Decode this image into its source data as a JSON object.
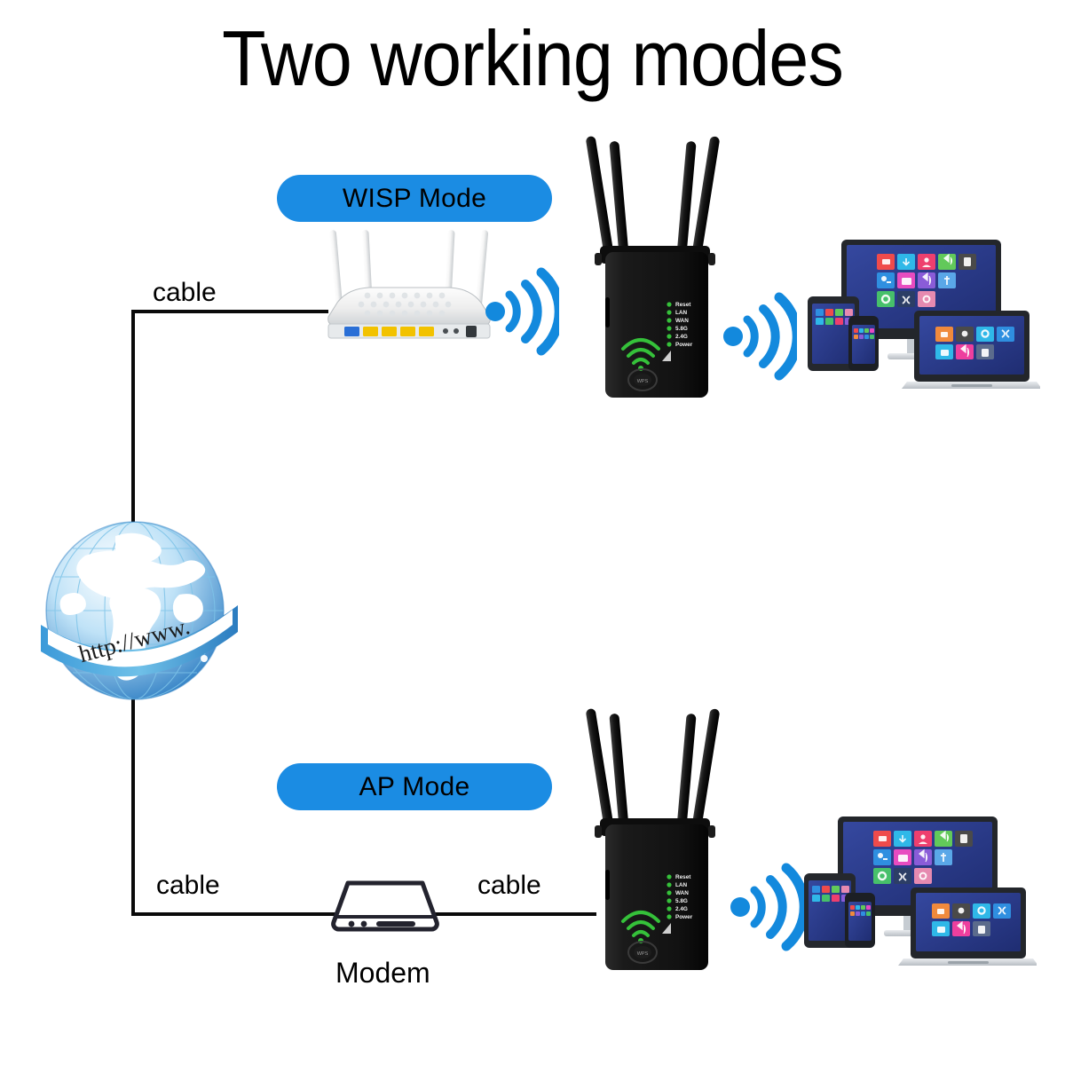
{
  "page": {
    "title": "Two working modes",
    "background_color": "#ffffff",
    "accent_blue": "#1b8ce3",
    "wifi_arc_color": "#1389dd",
    "led_green": "#35c13a",
    "line_color": "#0a0a0a"
  },
  "modes": [
    {
      "id": "wisp",
      "badge_label": "WISP Mode",
      "cable_label": "cable",
      "source_device": "router",
      "wireless_links": 2
    },
    {
      "id": "ap",
      "badge_label": "AP Mode",
      "cable_label_left": "cable",
      "cable_label_right": "cable",
      "source_device": "modem",
      "wireless_links": 1
    }
  ],
  "globe": {
    "banner_text": "http://www.",
    "icon": "internet-globe-icon",
    "land_color": "#ffffff",
    "ocean_color": "#2f93d8"
  },
  "modem": {
    "label": "Modem",
    "icon": "modem-icon",
    "stroke_color": "#23232e"
  },
  "router": {
    "icon": "wifi-router-icon",
    "antenna_count": 4,
    "body_color": "#f2f2f2",
    "port_colors": [
      "#2a6fd6",
      "#f2c200",
      "#f2c200",
      "#f2c200",
      "#f2c200"
    ]
  },
  "extender": {
    "icon": "wifi-range-extender-icon",
    "antenna_count": 4,
    "body_color": "#131313",
    "led_labels": [
      "Reset",
      "LAN",
      "WAN",
      "5.8G",
      "2.4G",
      "Power"
    ],
    "led_color": "#35c13a",
    "wifi_logo_color": "#35c13a",
    "button_label": "WPS",
    "signal_icon": "signal-bars-icon"
  },
  "device_cluster": {
    "icon": "multi-device-cluster-icon",
    "devices": [
      "monitor",
      "tablet",
      "smartphone",
      "laptop"
    ],
    "screen_color": "#2a3f9e",
    "tile_colors": [
      "#ef4b4b",
      "#2fb8e8",
      "#ee3f6e",
      "#62c95a",
      "#4a4a4a",
      "#2f8fe0",
      "#e84bc0",
      "#8a5cd8",
      "#5aa7e8",
      "#47c06a",
      "#2c3e66",
      "#e68ab0"
    ],
    "laptop_tile_colors": [
      "#f08a3c",
      "#4a4a4a",
      "#2fb8e8",
      "#2f8fe0",
      "#2fb8e8",
      "#ee3f9e",
      "#5b6b8c"
    ]
  },
  "wifi_symbol": {
    "icon": "wifi-signal-icon",
    "arcs": 3,
    "color": "#1389dd"
  },
  "labels": {
    "cable": "cable"
  }
}
